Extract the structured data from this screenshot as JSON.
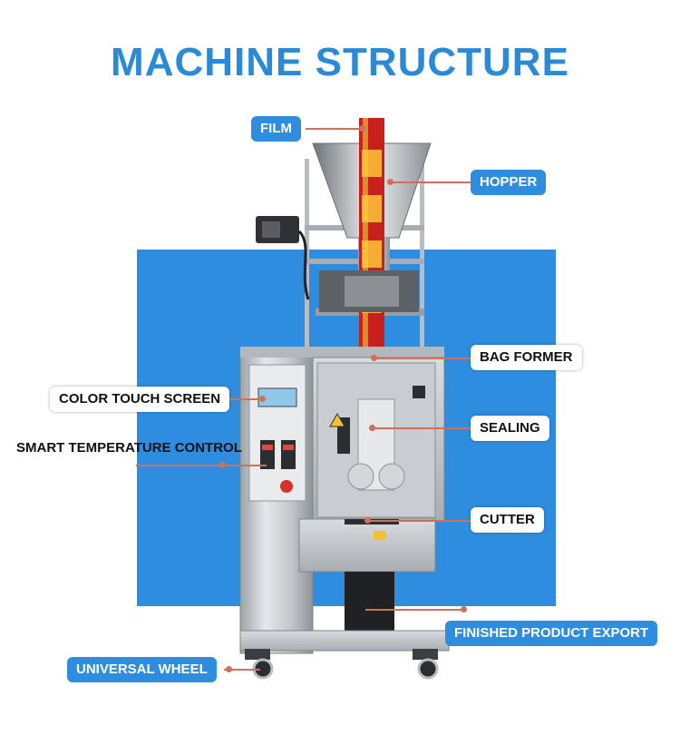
{
  "title": "MACHINE STRUCTURE",
  "colors": {
    "accent_blue": "#2f8de0",
    "title_blue": "#2a8ad8",
    "leader": "#d0705a"
  },
  "labels": {
    "film": "FILM",
    "hopper": "HOPPER",
    "bag_former": "BAG FORMER",
    "color_touch_screen": "COLOR TOUCH SCREEN",
    "sealing": "SEALING",
    "smart_temperature_control": "SMART TEMPERATURE CONTROL",
    "cutter": "CUTTER",
    "finished_product_export": "FINISHED PRODUCT EXPORT",
    "universal_wheel": "UNIVERSAL WHEEL"
  }
}
